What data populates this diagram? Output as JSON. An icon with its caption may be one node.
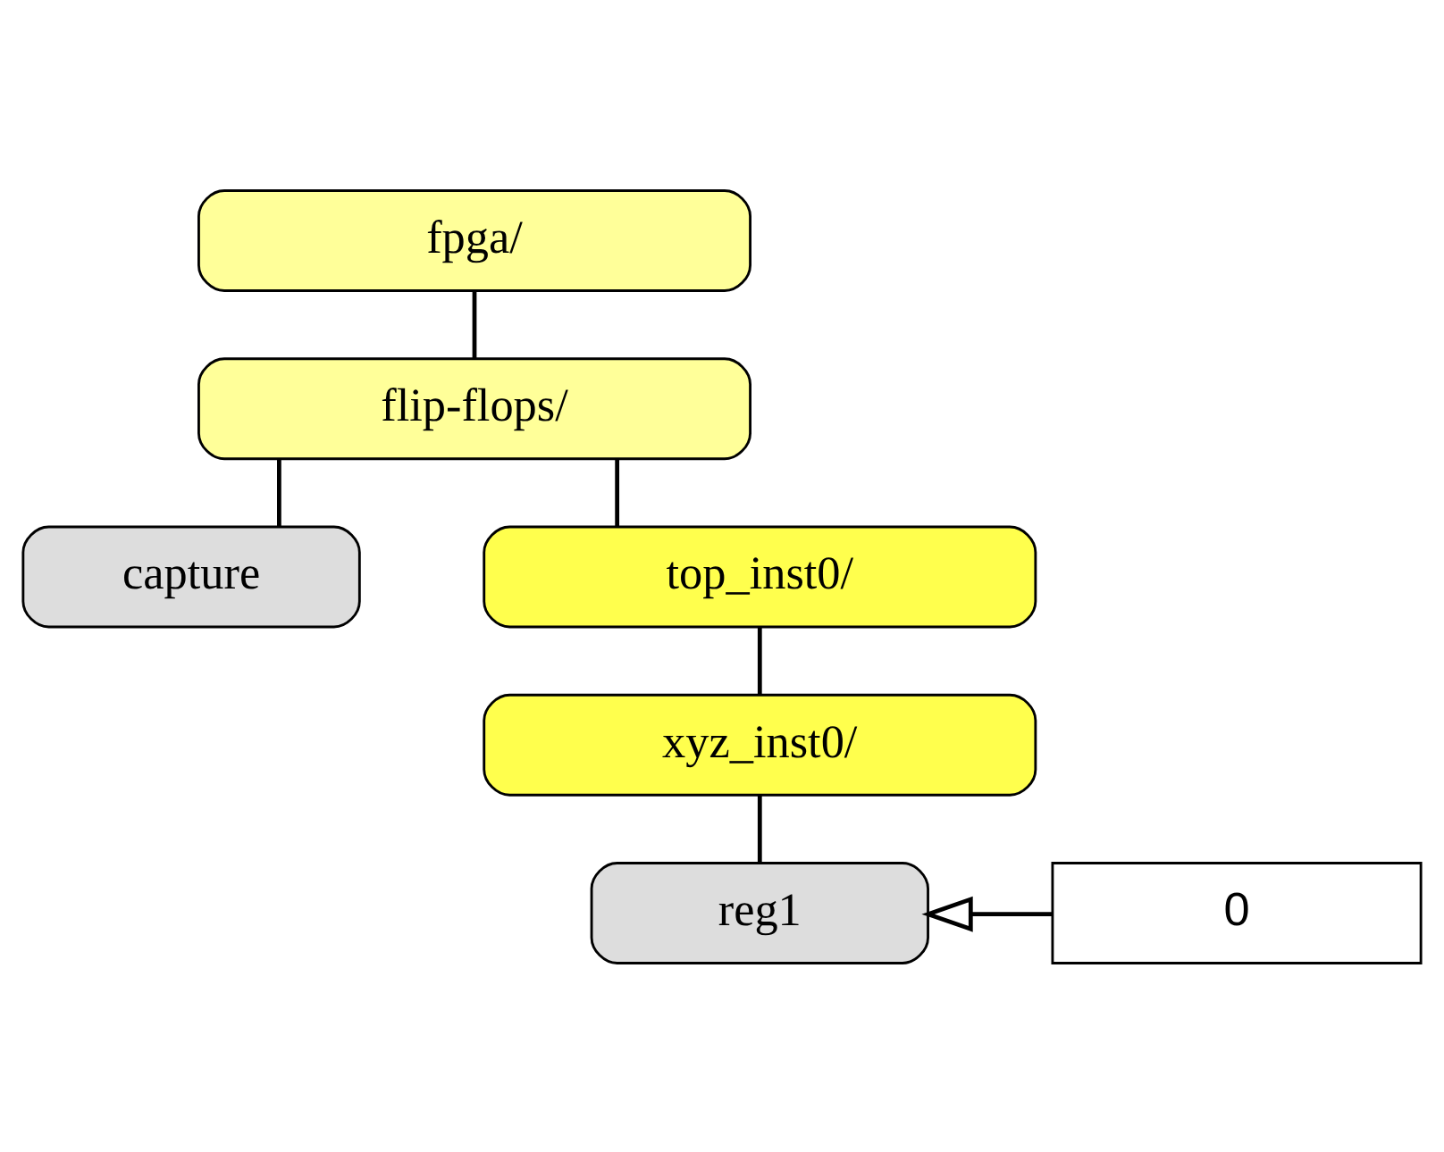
{
  "diagram": {
    "nodes": [
      {
        "text": [
          "fpga/"
        ]
      },
      {
        "text": [
          "flip-flops/"
        ]
      },
      {
        "text": [
          "capture"
        ]
      },
      {
        "text": [
          "top_inst0/"
        ]
      },
      {
        "text": [
          "xyz_inst0/"
        ]
      },
      {
        "text": [
          "reg1"
        ]
      },
      {
        "text": [
          "0"
        ]
      }
    ],
    "edges": [
      {
        "from": 0,
        "to": 1,
        "arrow": "none"
      },
      {
        "from": 1,
        "to": 2,
        "arrow": "none"
      },
      {
        "from": 1,
        "to": 3,
        "arrow": "none"
      },
      {
        "from": 3,
        "to": 4,
        "arrow": "none"
      },
      {
        "from": 4,
        "to": 5,
        "arrow": "none"
      },
      {
        "from": 6,
        "to": 5,
        "arrow": "to"
      }
    ]
  }
}
